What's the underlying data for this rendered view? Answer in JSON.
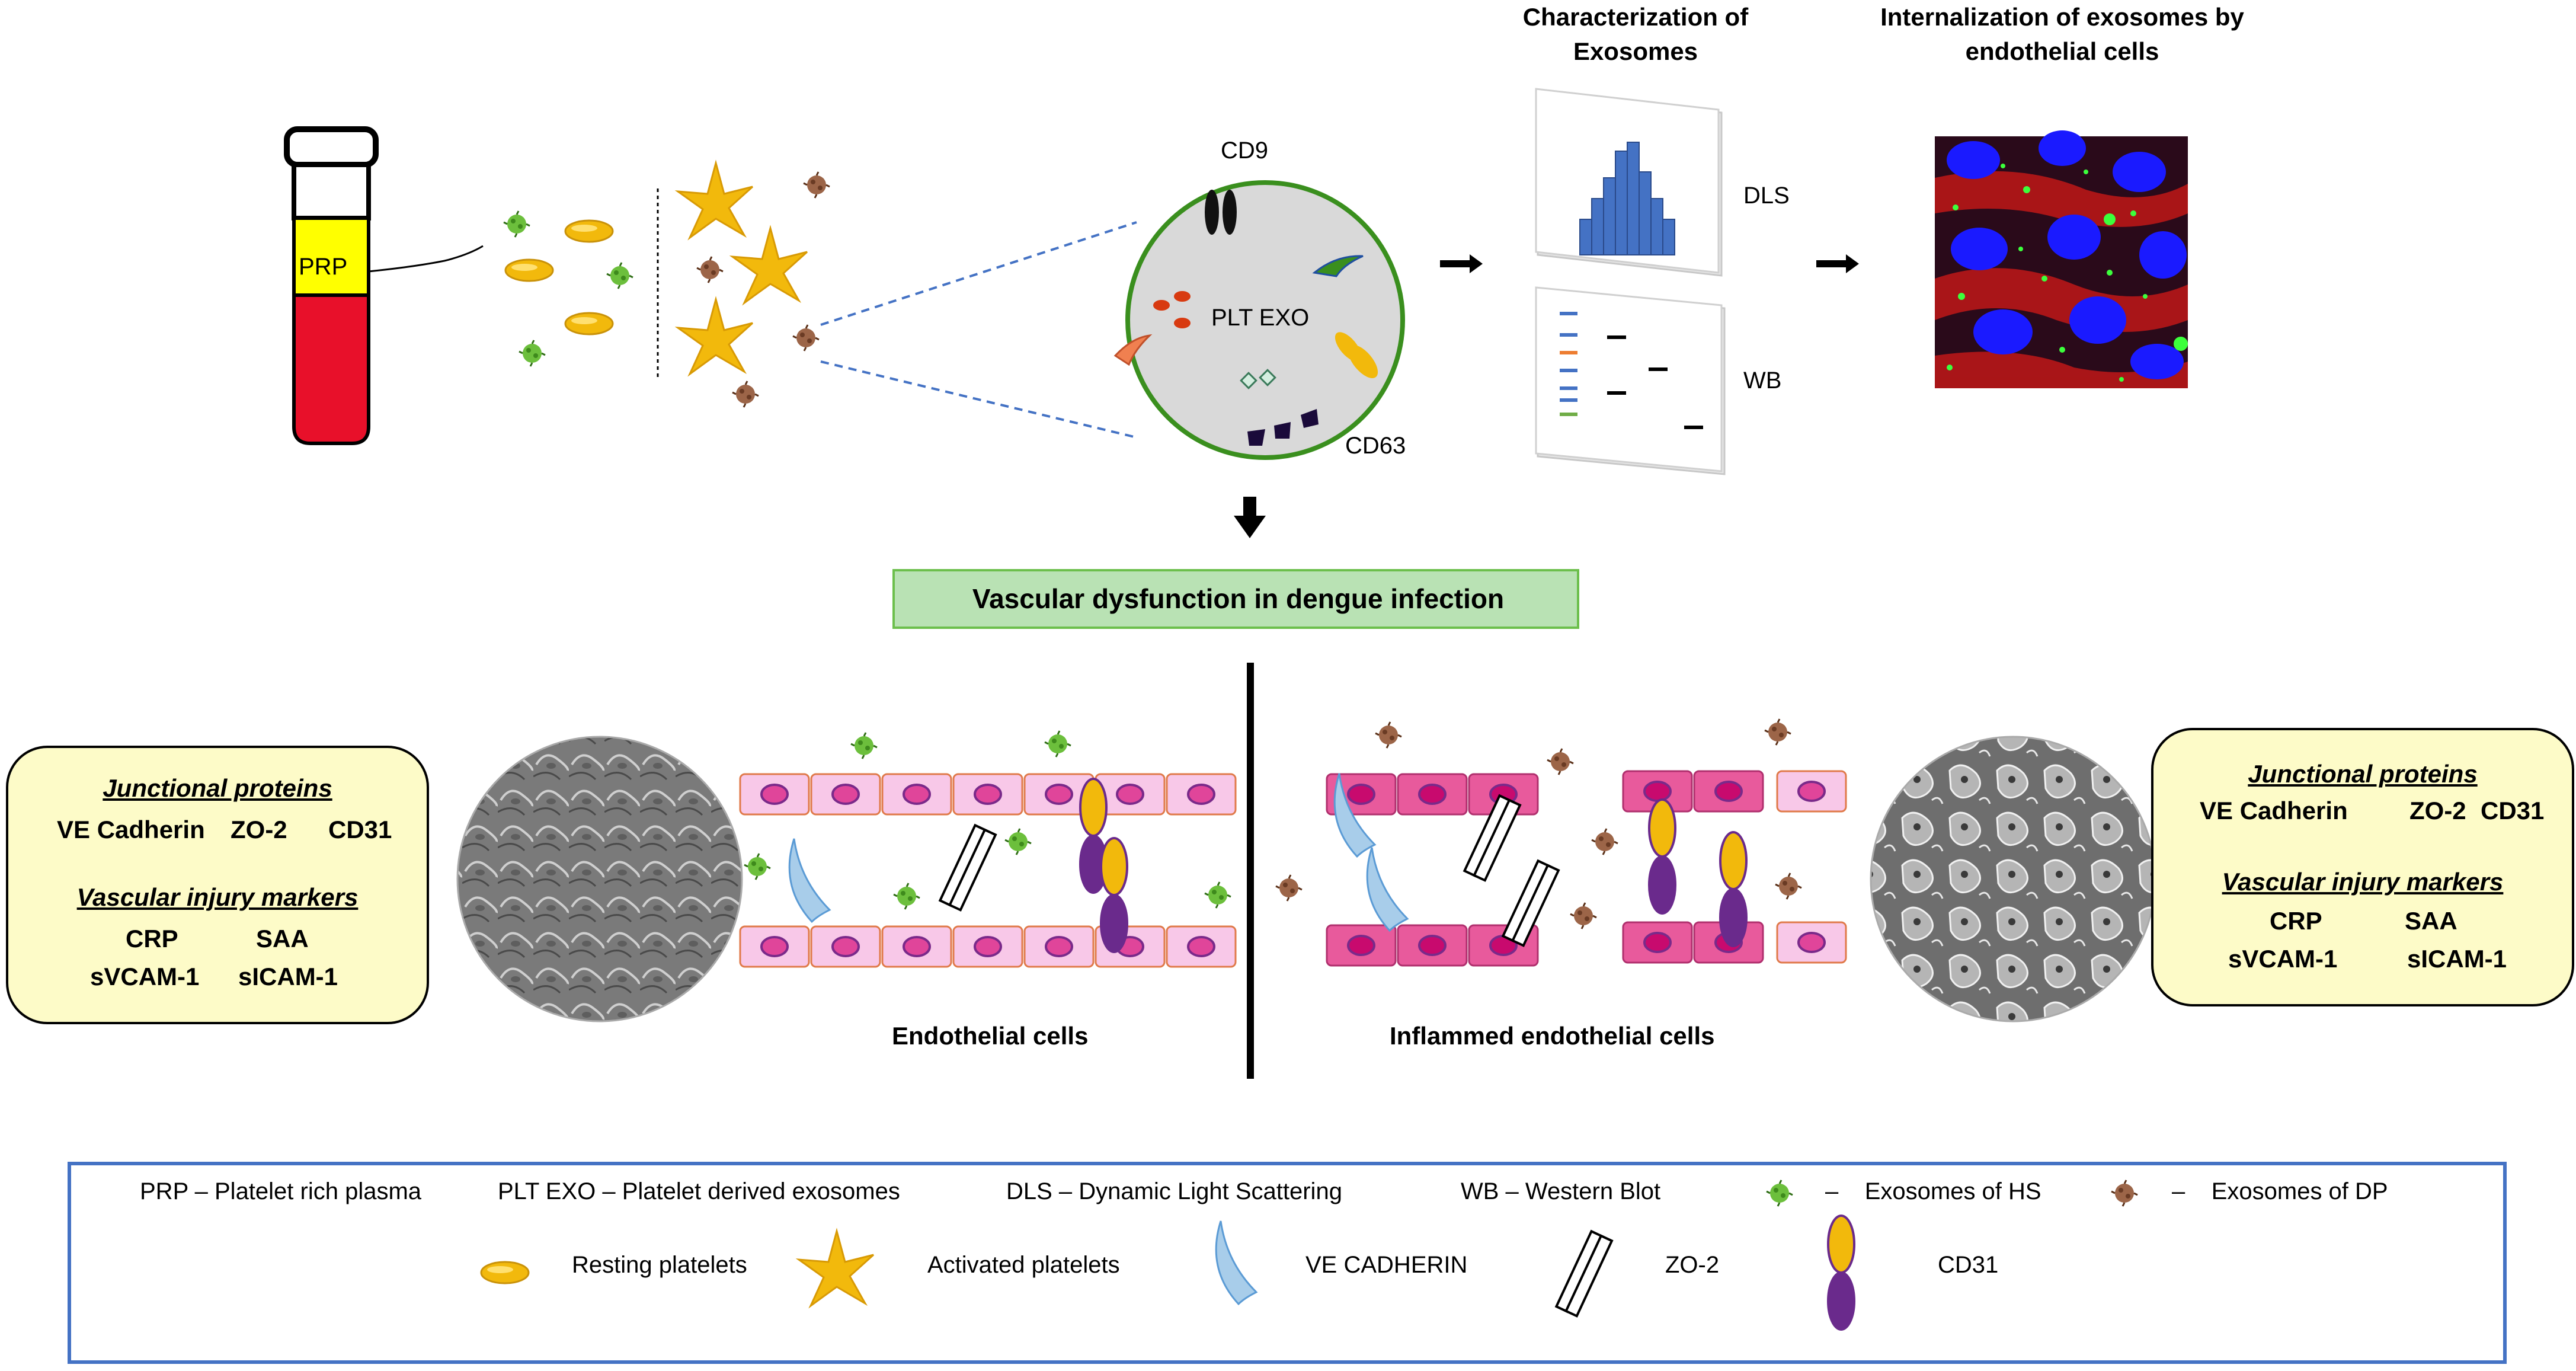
{
  "tube": {
    "label": "PRP"
  },
  "exosome": {
    "label": "PLT EXO",
    "cd9": "CD9",
    "cd63": "CD63"
  },
  "characterization": {
    "title_line1": "Characterization of",
    "title_line2": "Exosomes",
    "dls": "DLS",
    "wb": "WB"
  },
  "internalization": {
    "title_line1": "Internalization of exosomes by",
    "title_line2": "endothelial cells"
  },
  "vascular_banner": "Vascular dysfunction in dengue infection",
  "left_box": {
    "junctional_title": "Junctional proteins",
    "junctional_items": [
      "VE Cadherin",
      "ZO-2",
      "CD31"
    ],
    "injury_title": "Vascular injury markers",
    "injury_items": [
      "CRP",
      "SAA",
      "sVCAM-1",
      "sICAM-1"
    ]
  },
  "right_box": {
    "junctional_title": "Junctional proteins",
    "junctional_items": [
      "VE Cadherin",
      "ZO-2",
      "CD31"
    ],
    "injury_title": "Vascular injury markers",
    "injury_items": [
      "CRP",
      "SAA",
      "sVCAM-1",
      "sICAM-1"
    ]
  },
  "captions": {
    "endothelial": "Endothelial cells",
    "inflamed": "Inflammed endothelial cells"
  },
  "legend": {
    "prp": "PRP – Platelet rich plasma",
    "plt_exo": "PLT EXO – Platelet derived exosomes",
    "dls": "DLS – Dynamic Light Scattering",
    "wb": "WB – Western Blot",
    "exo_hs": "–    Exosomes of HS",
    "exo_dp": "–    Exosomes of DP",
    "resting": "Resting platelets",
    "activated": "Activated platelets",
    "vecad": "VE CADHERIN",
    "zo2": "ZO-2",
    "cd31": "CD31"
  },
  "colors": {
    "cell_light": "#f8c8e8",
    "cell_inflamed": "#e85a9c",
    "nucleus": "#e0459a",
    "platelet": "#f2b90c",
    "exo_hs": "#6cbf3c",
    "exo_dp": "#9c6548",
    "banner": "#b9e2b4",
    "cd31_top": "#f2b90c",
    "cd31_bottom": "#6a2a8c"
  },
  "icons": [
    "test-tube-icon",
    "histogram-icon",
    "western-blot-icon",
    "arrow-right-icon",
    "arrow-down-icon",
    "arrow-up-icon",
    "micrograph-icon",
    "star-platelet-icon",
    "ellipse-platelet-icon",
    "exosome-vesicle-icon"
  ]
}
